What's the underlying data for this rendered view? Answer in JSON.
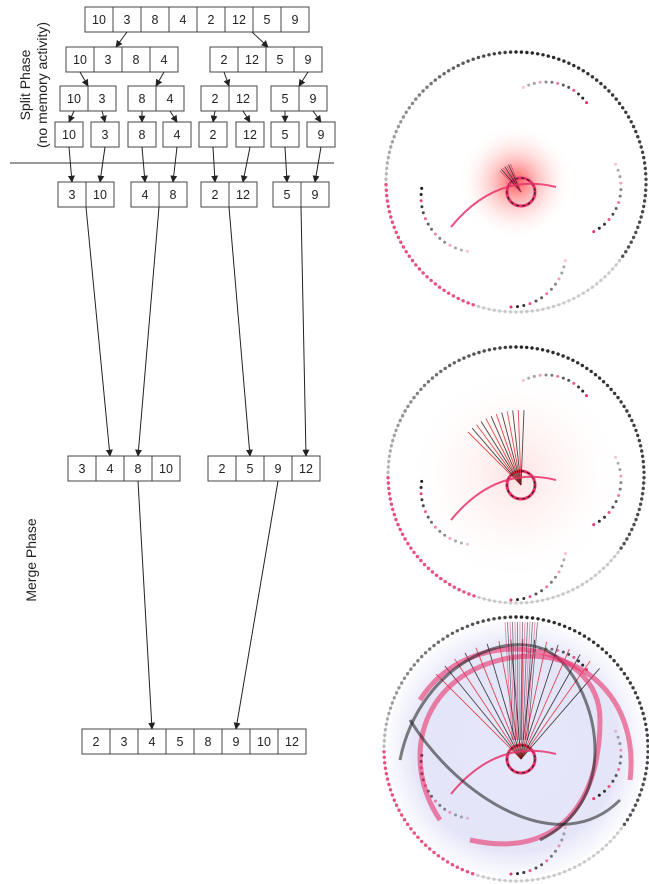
{
  "phases": {
    "split_title": "Split Phase",
    "split_note": "(no memory activity)",
    "merge_title": "Merge Phase"
  },
  "split": {
    "level0": [
      [
        10,
        3,
        8,
        4,
        2,
        12,
        5,
        9
      ]
    ],
    "level1": [
      [
        10,
        3,
        8,
        4
      ],
      [
        2,
        12,
        5,
        9
      ]
    ],
    "level2": [
      [
        10,
        3
      ],
      [
        8,
        4
      ],
      [
        2,
        12
      ],
      [
        5,
        9
      ]
    ],
    "level3": [
      [
        10
      ],
      [
        3
      ],
      [
        8
      ],
      [
        4
      ],
      [
        2
      ],
      [
        12
      ],
      [
        5
      ],
      [
        9
      ]
    ]
  },
  "merge": {
    "level0": [
      [
        3,
        10
      ],
      [
        4,
        8
      ],
      [
        2,
        12
      ],
      [
        5,
        9
      ]
    ],
    "level1": [
      [
        3,
        4,
        8,
        10
      ],
      [
        2,
        5,
        9,
        12
      ]
    ],
    "level2": [
      [
        2,
        3,
        4,
        5,
        8,
        9,
        10,
        12
      ]
    ]
  },
  "visualizations": {
    "count": 3,
    "colors": {
      "black": "#1a1a1a",
      "pink": "#e8336a",
      "red": "#e02020",
      "gray": "#9a9a9a",
      "lavender": "#c8c8ee"
    }
  }
}
